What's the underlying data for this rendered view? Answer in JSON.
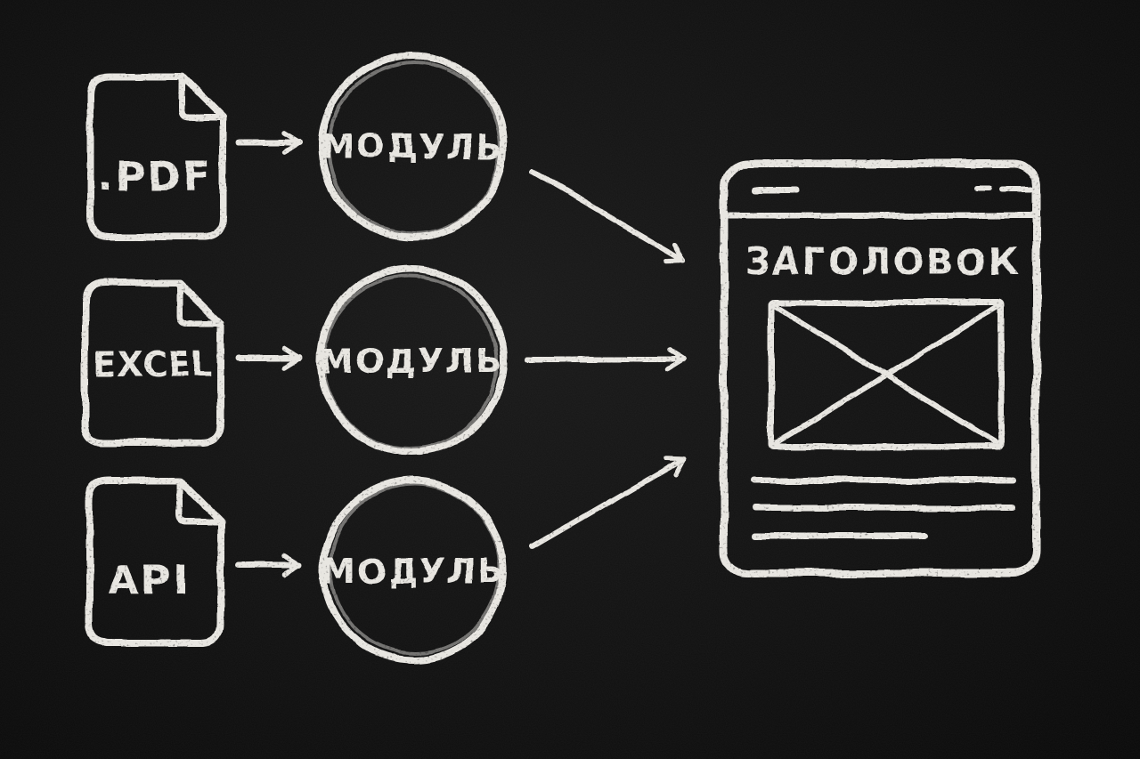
{
  "canvas": {
    "background": "#0d0d0d",
    "chalk": "#e7e5e0"
  },
  "sources": [
    {
      "id": "pdf",
      "label": ".PDF"
    },
    {
      "id": "excel",
      "label": "EXCEL"
    },
    {
      "id": "api",
      "label": "API"
    }
  ],
  "modules": [
    {
      "label": "МОДУЛЬ"
    },
    {
      "label": "МОДУЛЬ"
    },
    {
      "label": "МОДУЛЬ"
    }
  ],
  "browser": {
    "title": "ЗАГОЛОВОК"
  }
}
